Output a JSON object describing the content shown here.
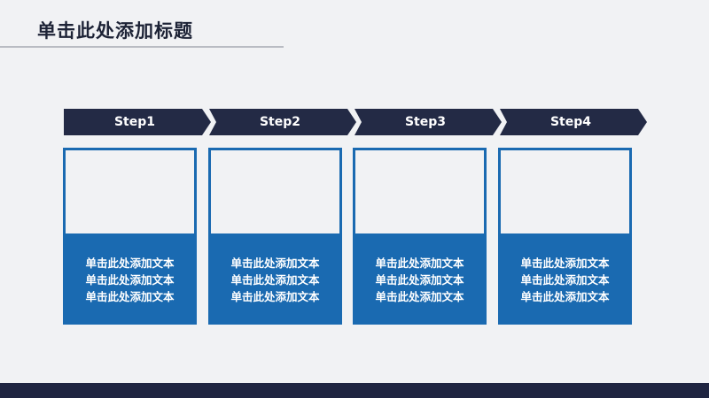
{
  "slide": {
    "title": "单击此处添加标题"
  },
  "steps": [
    {
      "label": "Step1",
      "lines": [
        "单击此处添加文本",
        "单击此处添加文本",
        "单击此处添加文本"
      ]
    },
    {
      "label": "Step2",
      "lines": [
        "单击此处添加文本",
        "单击此处添加文本",
        "单击此处添加文本"
      ]
    },
    {
      "label": "Step3",
      "lines": [
        "单击此处添加文本",
        "单击此处添加文本",
        "单击此处添加文本"
      ]
    },
    {
      "label": "Step4",
      "lines": [
        "单击此处添加文本",
        "单击此处添加文本",
        "单击此处添加文本"
      ]
    }
  ],
  "colors": {
    "arrow": "#232a45",
    "card": "#1a6ab1",
    "footer": "#1f2541"
  }
}
